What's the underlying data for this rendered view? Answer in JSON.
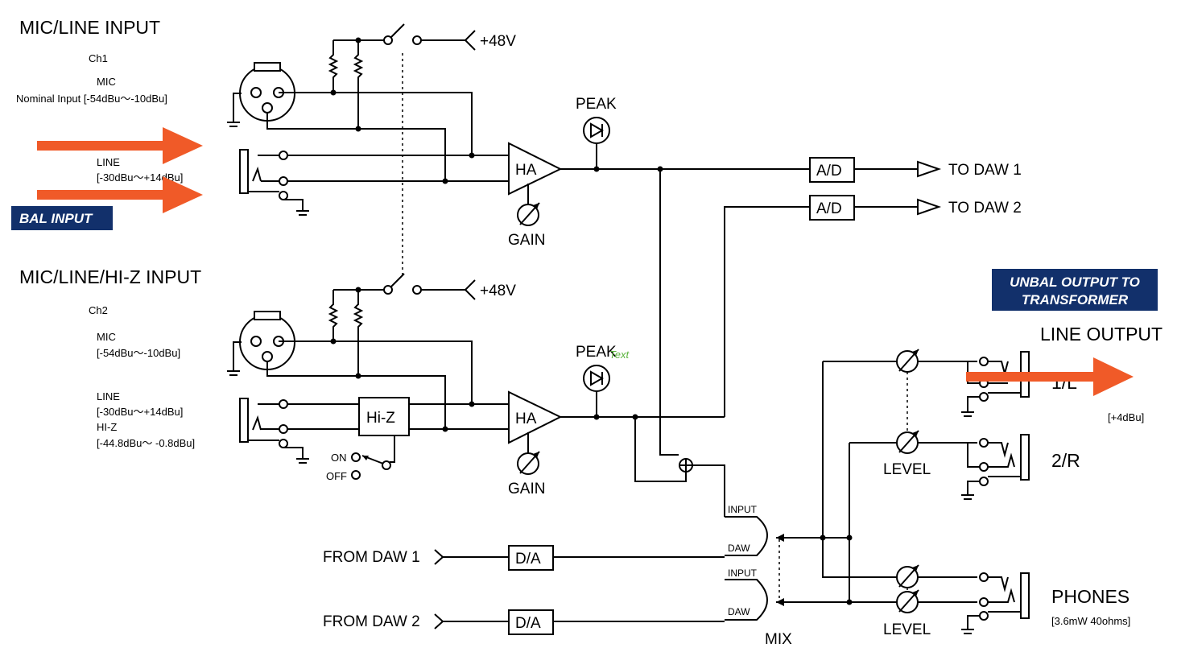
{
  "sections": {
    "mic_line_input": "MIC/LINE INPUT",
    "mic_line_hiz_input": "MIC/LINE/HI-Z INPUT",
    "line_output": "LINE OUTPUT",
    "phones": "PHONES"
  },
  "ch1": {
    "label": "Ch1",
    "mic_label": "MIC",
    "mic_spec": "Nominal Input [-54dBu～-10dBu]",
    "line_label": "LINE",
    "line_spec": "[-30dBu～+14dBu]"
  },
  "ch2": {
    "label": "Ch2",
    "mic_label": "MIC",
    "mic_spec": "[-54dBu～-10dBu]",
    "line_label": "LINE",
    "line_spec": "[-30dBu～+14dBu]",
    "hiz_label": "HI-Z",
    "hiz_spec": "[-44.8dBu～ -0.8dBu]"
  },
  "phantom_power": "+48V",
  "peak": "PEAK",
  "peak_annotation": "Text",
  "ha": "HA",
  "gain": "GAIN",
  "hiz_block": "Hi-Z",
  "hiz_on": "ON",
  "hiz_off": "OFF",
  "ad": "A/D",
  "da": "D/A",
  "to_daw_1": "TO DAW 1",
  "to_daw_2": "TO DAW 2",
  "from_daw_1": "FROM DAW 1",
  "from_daw_2": "FROM DAW 2",
  "mix_input": "INPUT",
  "mix_daw": "DAW",
  "mix": "MIX",
  "level": "LEVEL",
  "out_1l": "1/L",
  "out_2r": "2/R",
  "line_output_spec": "[+4dBu]",
  "phones_spec": "[3.6mW 40ohms]",
  "badges": {
    "bal_input": "BAL INPUT",
    "unbal_output_line1": "UNBAL OUTPUT TO",
    "unbal_output_line2": "TRANSFORMER"
  },
  "colors": {
    "annotation_arrow": "#f05a28",
    "badge_background": "#12306b",
    "annotation_text": "#5ab43c"
  }
}
